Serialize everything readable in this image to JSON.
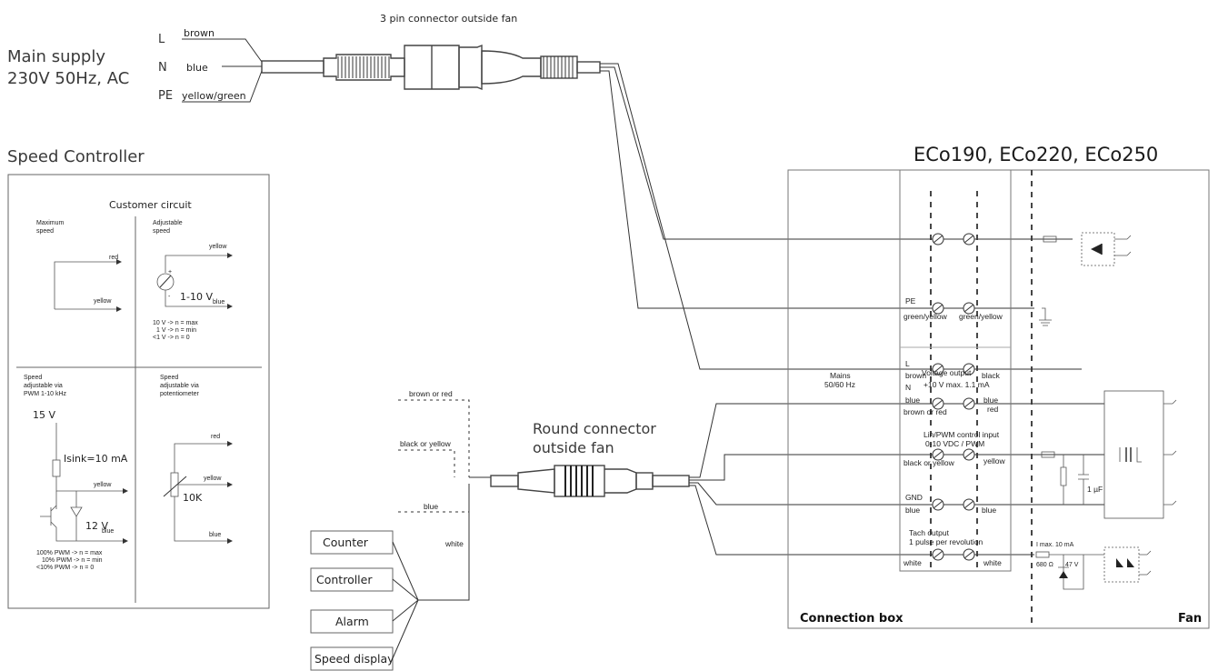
{
  "main_supply": {
    "line1": "Main supply",
    "line2": "230V 50Hz, AC"
  },
  "supply_wires": {
    "L": "L",
    "L_color": "brown",
    "N": "N",
    "N_color": "blue",
    "PE": "PE",
    "PE_color": "yellow/green"
  },
  "connector3_label": "3 pin connector outside fan",
  "models_title": "ECo190, ECo220, ECo250",
  "speed_controller": {
    "title": "Speed Controller",
    "customer_circuit": "Customer circuit",
    "max_speed_l1": "Maximum",
    "max_speed_l2": "speed",
    "adj_speed_l1": "Adjustable",
    "adj_speed_l2": "speed",
    "red": "red",
    "yellow": "yellow",
    "blue": "blue",
    "v110": "1-10 V",
    "v110_sub": "blue",
    "plus": "+",
    "minus": "-",
    "note1": "10 V -> n = max",
    "note2": "1 V -> n = min",
    "note3": "<1 V -> n = 0",
    "pwm_l1": "Speed",
    "pwm_l2": "adjustable via",
    "pwm_l3": "PWM 1-10 kHz",
    "pot_l1": "Speed",
    "pot_l2": "adjustable via",
    "pot_l3": "potentiometer",
    "v15": "15 V",
    "isink": "Isink=10 mA",
    "v12": "12 V",
    "v12_sub": "blue",
    "pwm_note1": "100% PWM -> n = max",
    "pwm_note2": "10% PWM -> n = min",
    "pwm_note3": "<10% PWM -> n = 0",
    "pot_value": "10K"
  },
  "round_connector": {
    "line1": "Round connector",
    "line2": "outside fan"
  },
  "signal_wires": {
    "brown_or_red": "brown or red",
    "black_or_yellow": "black or yellow",
    "blue": "blue",
    "white": "white"
  },
  "devices": [
    "Counter",
    "Controller",
    "Alarm",
    "Speed display"
  ],
  "connection_box": {
    "label": "Connection box",
    "mains_l1": "Mains",
    "mains_l2": "50/60 Hz",
    "L": "L",
    "brown": "brown",
    "N": "N",
    "blue": "blue",
    "black": "black",
    "PE": "PE",
    "green_yellow": "green/yellow",
    "vout_l1": "Voltage output",
    "vout_l2": "+10 V max. 1.1 mA",
    "brown_or_red": "brown or red",
    "red": "red",
    "lin_l1": "Lin/PWM control input",
    "lin_l2": "0-10 VDC / PWM",
    "black_or_yellow": "black or yellow",
    "yellow": "yellow",
    "gnd": "GND",
    "tach_l1": "Tach output",
    "tach_l2": "1 pulse per revolution",
    "white": "white"
  },
  "fan": {
    "label": "Fan",
    "cap": "1 µF",
    "imax": "I max. 10 mA",
    "res": "680 Ω",
    "zener": "47 V"
  }
}
